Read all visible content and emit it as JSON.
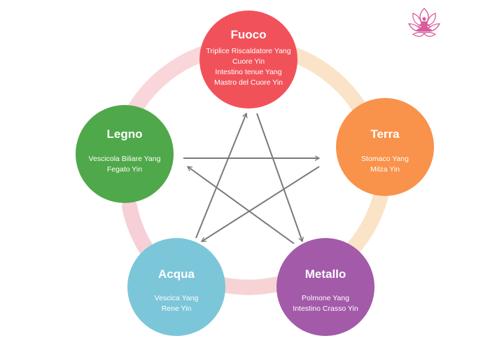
{
  "diagram": {
    "title": "",
    "ring_colors": {
      "fuoco_terra": "#fbe3c8",
      "terra_metallo": "#fbe3c8",
      "metallo_acqua": "#f7d3d6",
      "acqua_legno": "#f7cfd6",
      "legno_fuoco": "#f8d6da"
    },
    "arrow_color": "#7a7a7a",
    "elements": [
      {
        "id": "fuoco",
        "name": "Fuoco",
        "color": "#f1525a",
        "lines": [
          "Triplice Riscaldatore Yang",
          "Cuore Yin",
          "Intestino tenue Yang",
          "Mastro del Cuore Yin"
        ]
      },
      {
        "id": "terra",
        "name": "Terra",
        "color": "#f9924a",
        "lines": [
          "Stomaco Yang",
          "Milza Yin"
        ]
      },
      {
        "id": "metallo",
        "name": "Metallo",
        "color": "#a35aa9",
        "lines": [
          "Polmone Yang",
          "Intestino Crasso Yin"
        ]
      },
      {
        "id": "acqua",
        "name": "Acqua",
        "color": "#7cc6d9",
        "lines": [
          "Vescica Yang",
          "Rene Yin"
        ]
      },
      {
        "id": "legno",
        "name": "Legno",
        "color": "#4fa84a",
        "lines": [
          "Vescicola Biliare Yang",
          "Fegato Yin"
        ]
      }
    ],
    "logo": {
      "icon": "meditation-lotus-logo-icon",
      "color": "#d85b9c"
    }
  }
}
